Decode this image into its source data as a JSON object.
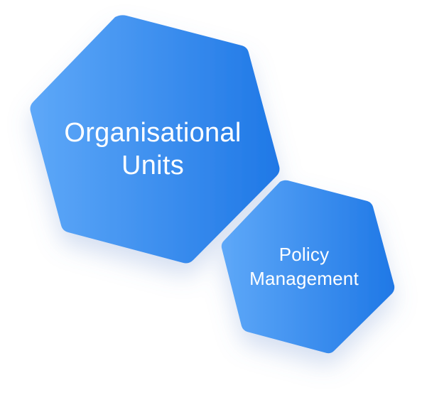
{
  "hexagons": {
    "large": {
      "line1": "Organisational",
      "line2": "Units"
    },
    "small": {
      "line1": "Policy",
      "line2": "Management"
    }
  },
  "colors": {
    "hex_gradient_start": "#5ea8f8",
    "hex_gradient_end": "#1f78e6",
    "text": "#ffffff",
    "shadow": "#6b8fcf"
  }
}
